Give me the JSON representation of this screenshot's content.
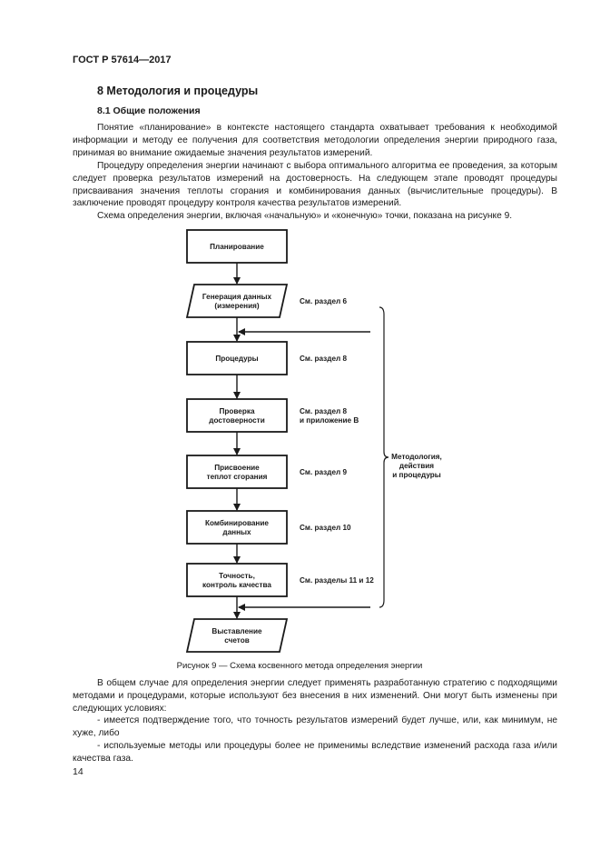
{
  "header": {
    "doc_id": "ГОСТ Р 57614—2017"
  },
  "section": {
    "title": "8 Методология и процедуры",
    "subtitle": "8.1 Общие положения"
  },
  "paragraphs": [
    "Понятие «планирование» в контексте настоящего стандарта охватывает требования к необходимой информации и методу ее получения для соответствия методологии определения энергии природного газа, принимая во внимание ожидаемые значения результатов измерений.",
    "Процедуру определения энергии начинают с выбора оптимального алгоритма ее проведения, за которым следует проверка результатов измерений на достоверность. На следующем этапе проводят процедуры присваивания значения теплоты сгорания и комбинирования данных (вычислительные процедуры). В заключение проводят процедуру контроля качества результатов измерений.",
    "Схема определения энергии, включая «начальную» и «конечную» точки, показана на рисунке 9."
  ],
  "flowchart": {
    "steps": [
      {
        "lines": [
          "Планирование"
        ]
      },
      {
        "lines": [
          "Генерация данных",
          "(измерения)"
        ],
        "ref": [
          "См. раздел 6"
        ]
      },
      {
        "lines": [
          "Процедуры"
        ],
        "ref": [
          "См. раздел 8"
        ]
      },
      {
        "lines": [
          "Проверка",
          "достоверности"
        ],
        "ref": [
          "См. раздел 8",
          "и приложение В"
        ]
      },
      {
        "lines": [
          "Присвоение",
          "теплот сгорания"
        ],
        "ref": [
          "См. раздел 9"
        ]
      },
      {
        "lines": [
          "Комбинирование",
          "данных"
        ],
        "ref": [
          "См. раздел 10"
        ]
      },
      {
        "lines": [
          "Точность,",
          "контроль качества"
        ],
        "ref": [
          "См. разделы 11 и 12"
        ]
      },
      {
        "lines": [
          "Выставление",
          "счетов"
        ]
      }
    ],
    "bracket_label": [
      "Методология,",
      "действия",
      "и процедуры"
    ]
  },
  "figure_caption": "Рисунок 9 — Схема косвенного метода определения энергии",
  "after_paragraphs": [
    "В общем случае для определения энергии следует применять разработанную стратегию с подходящими методами и процедурами, которые используют без внесения в них изменений. Они могут быть изменены при следующих условиях:",
    "- имеется подтверждение того, что точность результатов измерений будет лучше, или, как минимум, не хуже, либо",
    "- используемые методы или процедуры более не применимы вследствие изменений расхода газа и/или качества газа."
  ],
  "page_number": "14"
}
